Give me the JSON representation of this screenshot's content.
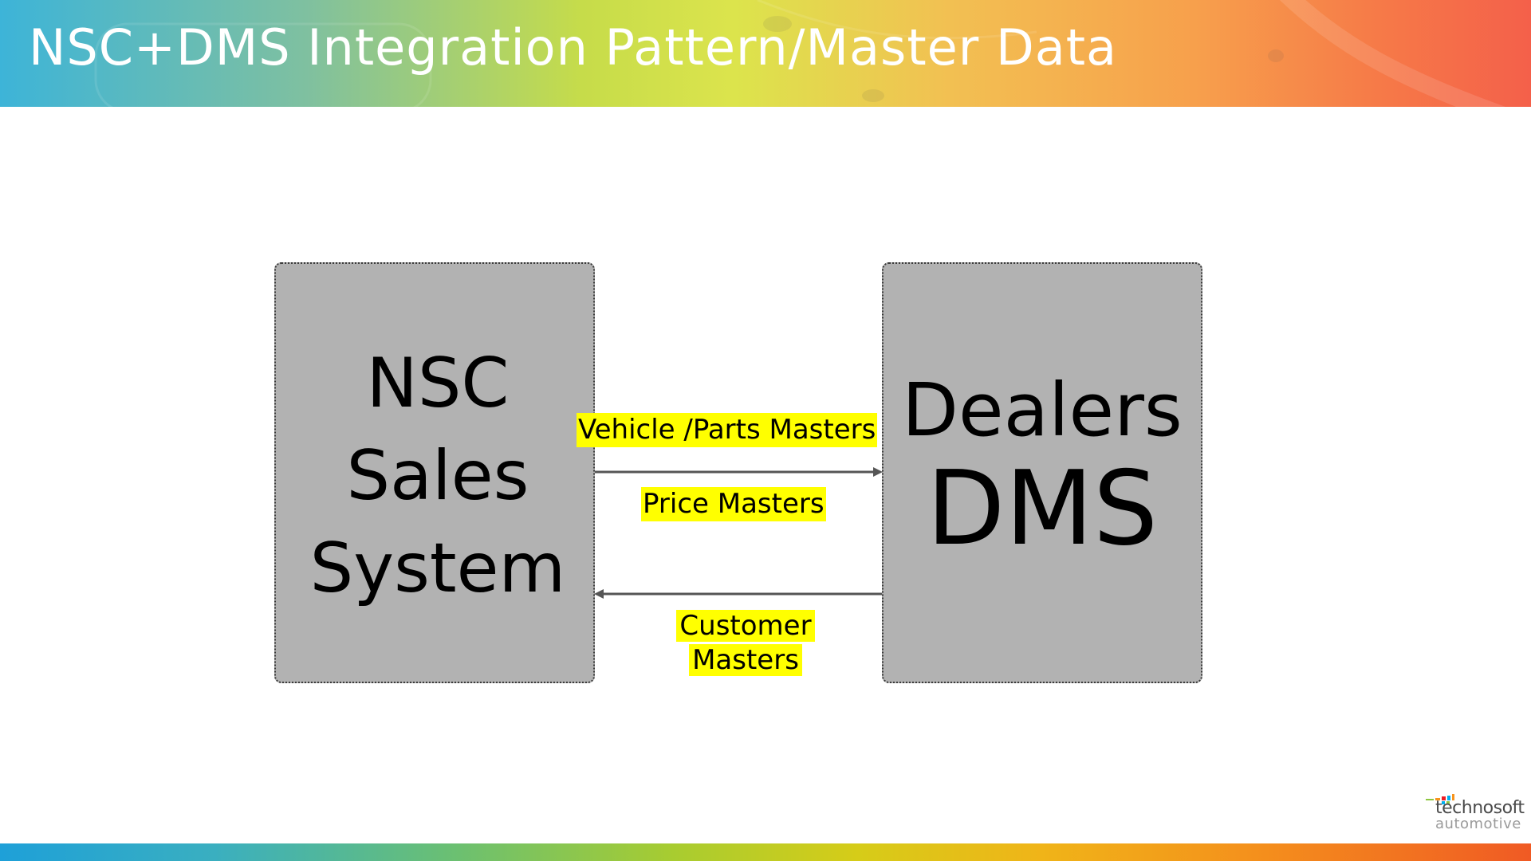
{
  "slide": {
    "title": "NSC+DMS  Integration Pattern/Master Data"
  },
  "diagram": {
    "left_box": {
      "lines": [
        "NSC",
        "Sales",
        "System"
      ]
    },
    "right_box": {
      "lines": [
        "Dealers",
        "DMS"
      ]
    },
    "flows": [
      {
        "direction": "right",
        "labels": [
          "Vehicle /Parts Masters",
          "Price Masters"
        ]
      },
      {
        "direction": "left",
        "labels": [
          "Customer",
          "Masters"
        ]
      }
    ]
  },
  "logo": {
    "name": "technosoft",
    "sub": "automotive"
  },
  "colors": {
    "box_fill": "#b2b2b2",
    "label_highlight": "#ffff00",
    "arrow": "#555555"
  }
}
